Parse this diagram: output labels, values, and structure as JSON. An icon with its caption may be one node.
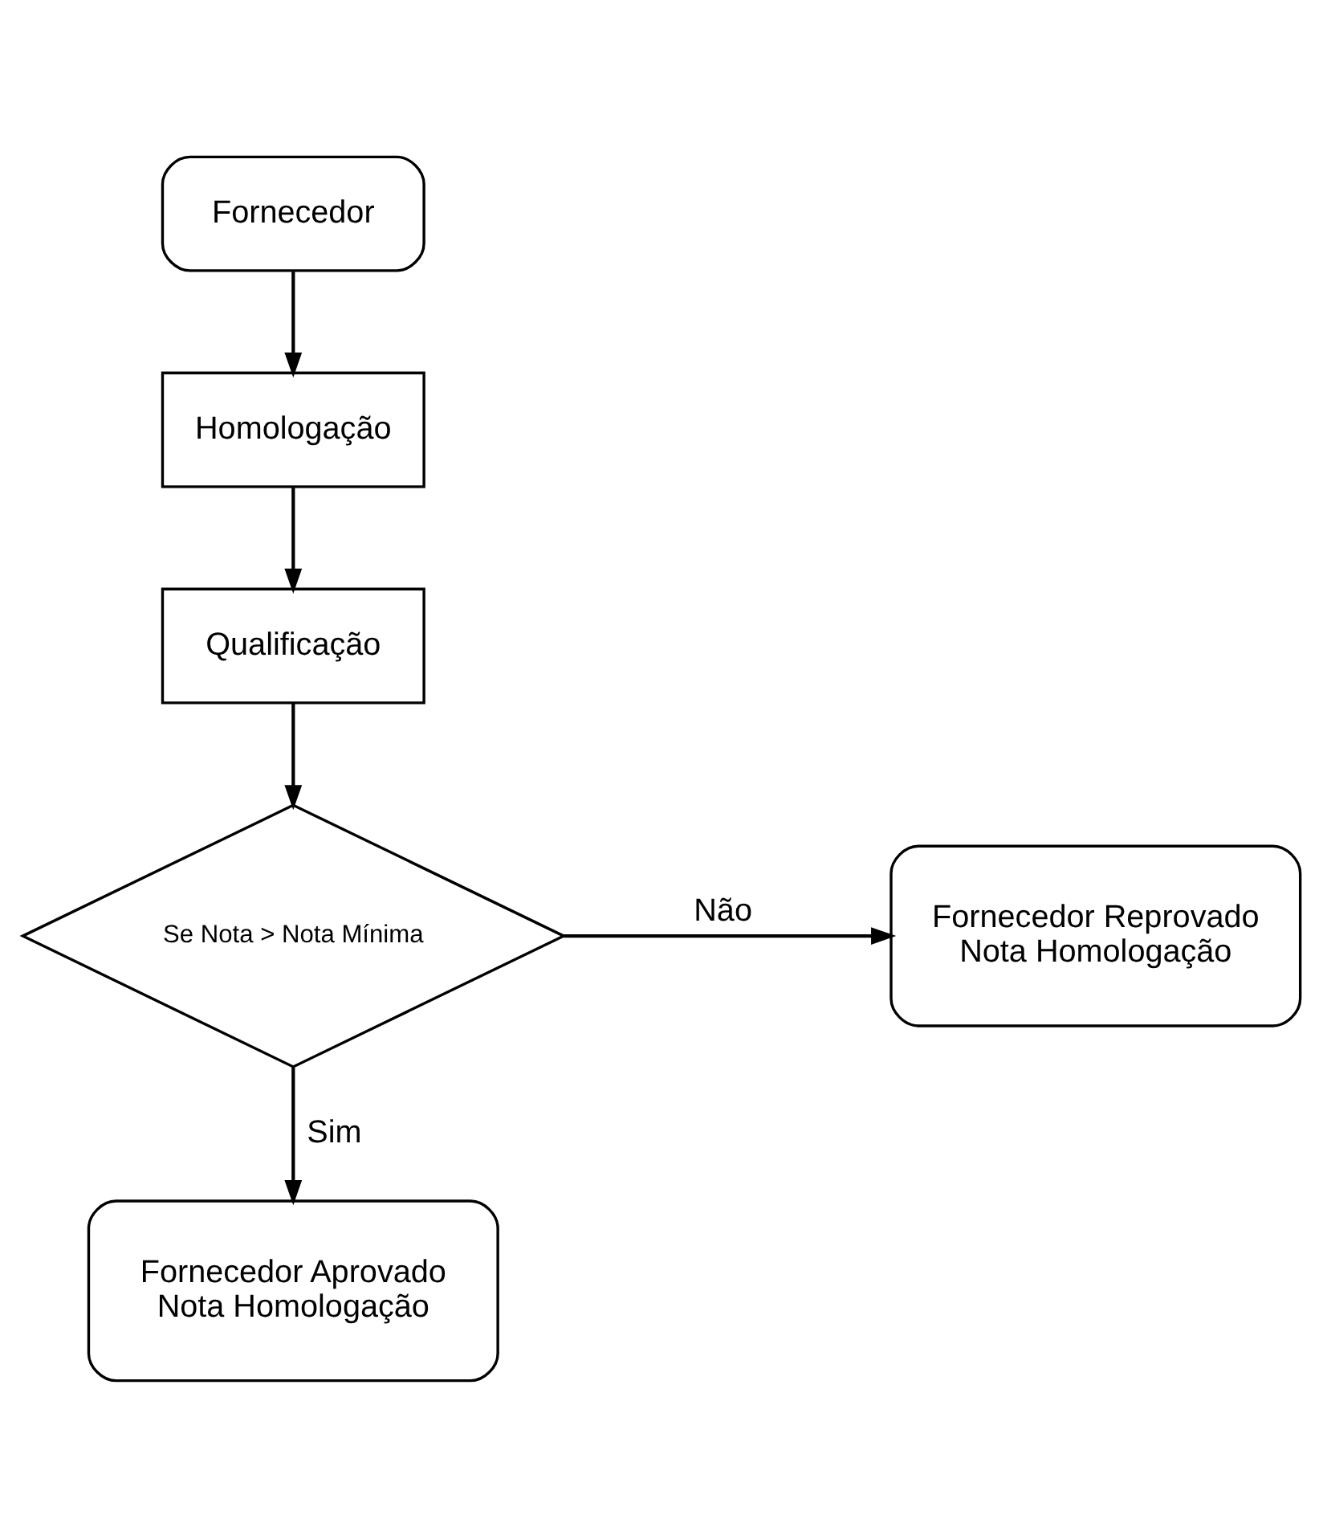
{
  "diagram": {
    "nodes": [
      {
        "text": [
          "Fornecedor"
        ]
      },
      {
        "text": [
          "Homologação"
        ]
      },
      {
        "text": [
          "Qualificação"
        ]
      },
      {
        "text": [
          "Se Nota > Nota Mínima"
        ]
      },
      {
        "text": [
          "Fornecedor Reprovado",
          "Nota Homologação"
        ]
      },
      {
        "text": [
          "Fornecedor Aprovado",
          "Nota Homologação"
        ]
      }
    ],
    "edges": [
      {
        "from": 0,
        "to": 1,
        "arrow": "to"
      },
      {
        "from": 1,
        "to": 2,
        "arrow": "to"
      },
      {
        "from": 2,
        "to": 3,
        "arrow": "to"
      },
      {
        "from": 3,
        "to": 4,
        "arrow": "to",
        "label": "Não"
      },
      {
        "from": 3,
        "to": 5,
        "arrow": "to",
        "label": "Sim"
      }
    ]
  }
}
